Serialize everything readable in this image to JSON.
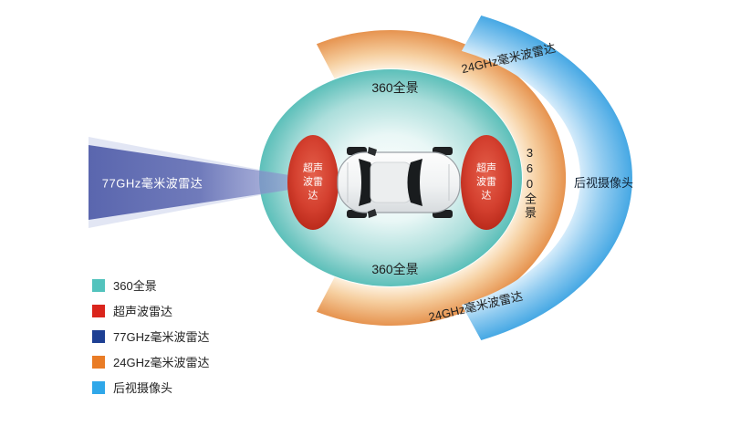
{
  "diagram": {
    "labels": {
      "radar77": "77GHz毫米波雷达",
      "pano_top": "360全景",
      "pano_bottom": "360全景",
      "pano_right": "360全景",
      "radar24_top": "24GHz毫米波雷达",
      "radar24_bottom": "24GHz毫米波雷达",
      "ultrasonic_left": "超声波雷达",
      "ultrasonic_right": "超声波雷达",
      "rear_camera": "后视摄像头"
    },
    "colors": {
      "pano": "#5bc2bc",
      "ultrasonic": "#d9251d",
      "radar77": "#1e3a8c",
      "radar24": "#e87b28",
      "rear_camera": "#33a6e8"
    }
  },
  "legend": {
    "items": [
      {
        "label": "360全景",
        "color": "#53c3bd"
      },
      {
        "label": "超声波雷达",
        "color": "#da251c"
      },
      {
        "label": "77GHz毫米波雷达",
        "color": "#1d3f93"
      },
      {
        "label": "24GHz毫米波雷达",
        "color": "#e97c26"
      },
      {
        "label": "后视摄像头",
        "color": "#2fa7e9"
      }
    ]
  }
}
